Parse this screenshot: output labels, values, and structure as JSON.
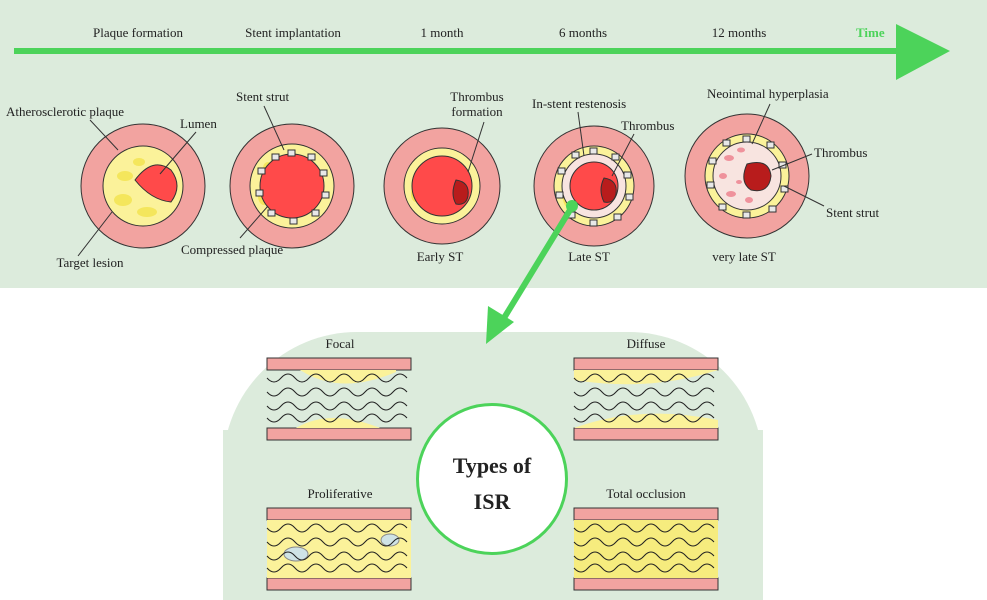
{
  "timeline": {
    "axis_label": "Time",
    "stages": [
      "Plaque formation",
      "Stent implantation",
      "1 month",
      "6 months",
      "12 months"
    ]
  },
  "cross_sections": {
    "labels": {
      "atherosclerotic_plaque": "Atherosclerotic plaque",
      "lumen": "Lumen",
      "target_lesion": "Target lesion",
      "stent_strut_1": "Stent strut",
      "compressed_plaque": "Compressed plaque",
      "thrombus_formation": "Thrombus\nformation",
      "early_st": "Early ST",
      "in_stent_restenosis": "In-stent restenosis",
      "thrombus_1": "Thrombus",
      "late_st": "Late ST",
      "neointimal_hyperplasia": "Neointimal hyperplasia",
      "thrombus_2": "Thrombus",
      "stent_strut_2": "Stent strut",
      "very_late_st": "very late ST"
    }
  },
  "isr_types": {
    "center_line1": "Types of",
    "center_line2": "ISR",
    "focal": "Focal",
    "diffuse": "Diffuse",
    "proliferative": "Proliferative",
    "total_occlusion": "Total occlusion"
  },
  "colors": {
    "band": "#dcebdc",
    "arrow": "#4cd35a",
    "vessel_wall": "#f2a3a0",
    "plaque": "#fbf29a",
    "lumen": "#ff4a4a",
    "thrombus": "#b81c1c"
  }
}
